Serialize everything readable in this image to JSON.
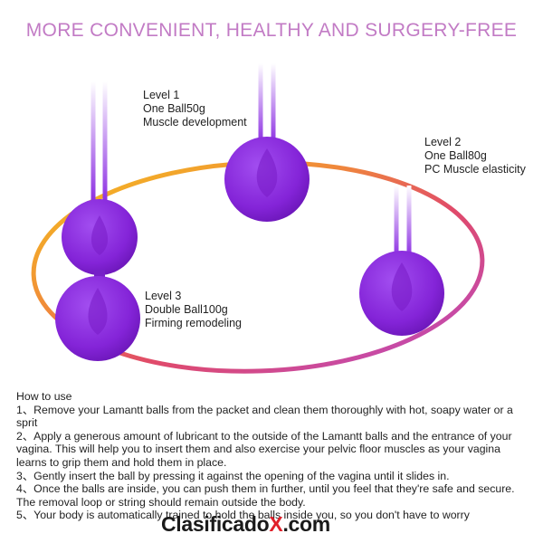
{
  "headline": "MORE CONVENIENT, HEALTHY AND SURGERY-FREE",
  "levels": [
    {
      "title": "Level 1",
      "weight": "One Ball50g",
      "benefit": "Muscle development"
    },
    {
      "title": "Level 2",
      "weight": "One Ball80g",
      "benefit": "PC Muscle elasticity"
    },
    {
      "title": "Level 3",
      "weight": "Double Ball100g",
      "benefit": "Firming remodeling"
    }
  ],
  "howto": {
    "title": "How to use",
    "steps": [
      "1、Remove your Lamantt balls from the packet and clean them thoroughly with hot, soapy water or a sprit",
      "2、Apply a generous amount of lubricant to the outside of the Lamantt balls and the entrance of your vagina. This will help you to insert them and also exercise your pelvic floor muscles as your vagina learns to grip them and hold them in place.",
      "3、Gently insert the ball by pressing it against the opening of the vagina until it slides in.",
      "4、Once the balls are inside, you can push them in further, until you feel that they're safe and secure. The removal loop or string should remain outside the body.",
      "5、Your body is automatically trained to hold the balls inside you, so you don't have to worry"
    ]
  },
  "watermark": {
    "before": "Clasificado",
    "x": "X",
    "after": ".com"
  },
  "colors": {
    "headline": "#c27bc5",
    "ball": "#8a2be2",
    "ring_start": "#f3b51f",
    "ring_end": "#c050c8"
  }
}
